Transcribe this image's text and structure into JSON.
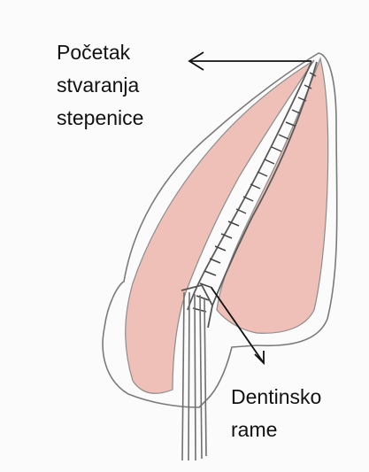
{
  "labels": {
    "top": {
      "lines": [
        "Početak",
        "stvaranja",
        "stepenice"
      ]
    },
    "bottom": {
      "lines": [
        "Dentinsko",
        "rame"
      ]
    }
  },
  "colors": {
    "pulp_fill": "#ebb5ac",
    "pencil": "#5a5a5a",
    "arrow": "#111111"
  }
}
